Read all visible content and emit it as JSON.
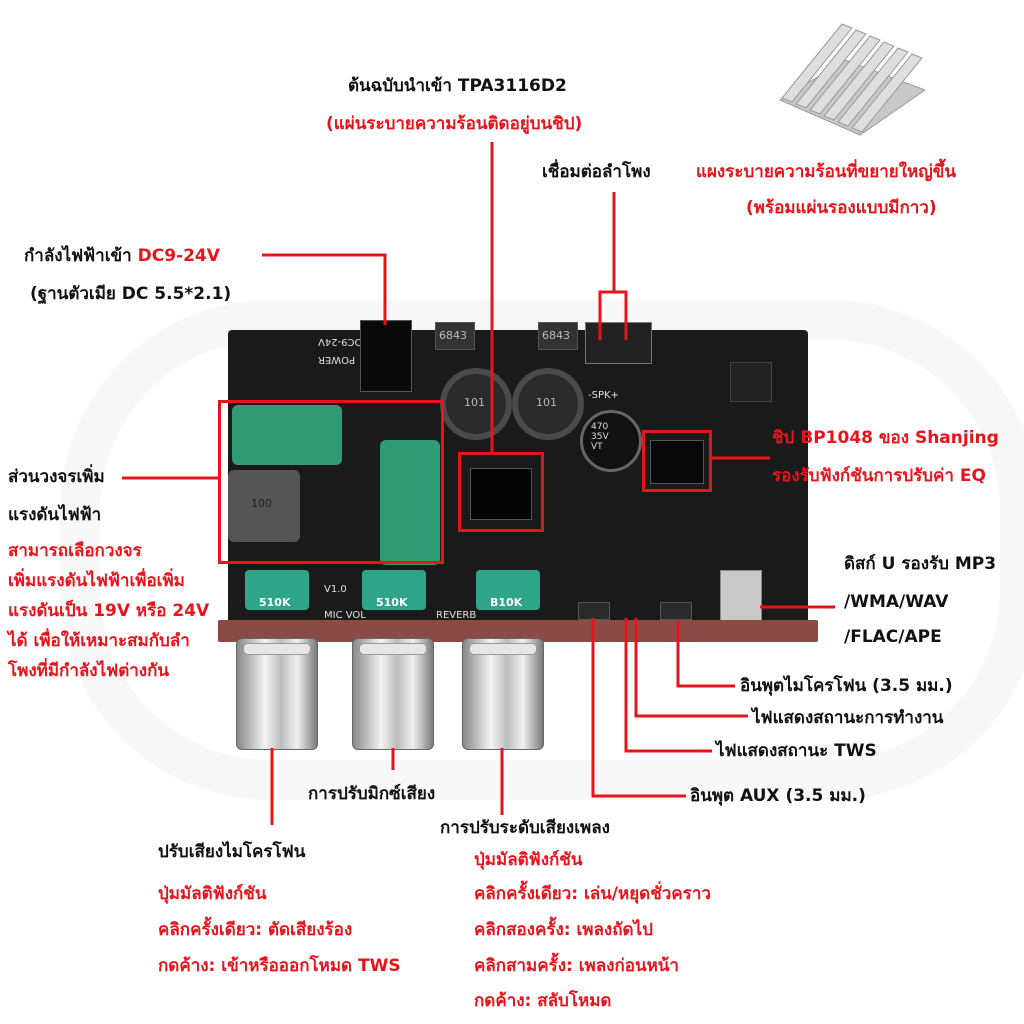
{
  "labels": {
    "chip_title": "ต้นฉบับนำเข้า TPA3116D2",
    "chip_sub": "(แผ่นระบายความร้อนติดอยู่บนชิป)",
    "speaker": "เชื่อมต่อลำโพง",
    "heatsink_line1": "แผงระบายความร้อนที่ขยายใหญ่ขึ้น",
    "heatsink_line2": "(พร้อมแผ่นรองแบบมีกาว)",
    "power_prefix": "กำลังไฟฟ้าเข้า ",
    "power_value": "DC9-24V",
    "power_sub": "(ฐานตัวเมีย DC 5.5*2.1)",
    "boost_line1": "ส่วนวงจรเพิ่ม",
    "boost_line2": "แรงดันไฟฟ้า",
    "boost_red": [
      "สามารถเลือกวงจร",
      "เพิ่มแรงดันไฟฟ้าเพื่อเพิ่ม",
      "แรงดันเป็น 19V หรือ 24V",
      "ได้ เพื่อให้เหมาะสมกับลำ",
      "โพงที่มีกำลังไฟต่างกัน"
    ],
    "bp_line1": "ชิป BP1048 ของ Shanjing",
    "bp_line2": "รองรับฟังก์ชันการปรับค่า EQ",
    "udisk_line1": "ดิสก์ U รองรับ MP3",
    "udisk_line2": "/WMA/WAV",
    "udisk_line3": "/FLAC/APE",
    "mic_input": "อินพุตไมโครโฟน (3.5 มม.)",
    "status_light": "ไฟแสดงสถานะการทำงาน",
    "tws_light": "ไฟแสดงสถานะ TWS",
    "aux_input": "อินพุต AUX (3.5 มม.)",
    "mix_adjust": "การปรับมิกซ์เสียง",
    "music_adjust": "การปรับระดับเสียงเพลง",
    "mic_adjust": "ปรับเสียงไมโครโฟน",
    "mic_knob_red": [
      "ปุ่มมัลติฟังก์ชัน",
      "คลิกครั้งเดียว: ตัดเสียงร้อง",
      "กดค้าง: เข้าหรือออกโหมด TWS"
    ],
    "music_knob_red": [
      "ปุ่มมัลติฟังก์ชัน",
      "คลิกครั้งเดียว: เล่น/หยุดชั่วคราว",
      "คลิกสองครั้ง: เพลงถัดไป",
      "คลิกสามครั้ง: เพลงก่อนหน้า",
      "กดค้าง: สลับโหมด"
    ]
  },
  "board_text": {
    "silk_dc": "DC9-24V",
    "silk_power": "POWER",
    "silk_spk": "-SPK+",
    "silk_v1": "V1.0",
    "silk_mic_vol": "MIC VOL",
    "silk_reverb": "REVERB",
    "pot_1": "510K",
    "pot_2": "510K",
    "pot_3": "B10K",
    "inductor_1": "101",
    "inductor_2": "101",
    "inductor_3": "100",
    "cap_text": "470\n35V\nVT",
    "chip_top_1": "6843",
    "chip_top_2": "6843"
  },
  "colors": {
    "accent_red": "#e8141c",
    "text_black": "#111111",
    "pcb": "#1a1a1a",
    "pot_green": "#2ea48a"
  }
}
